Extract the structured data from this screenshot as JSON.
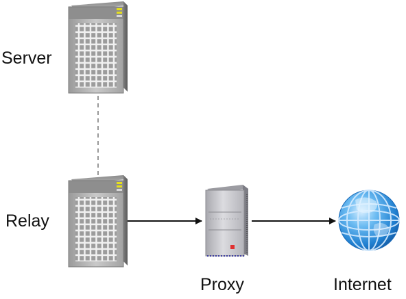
{
  "nodes": {
    "server": {
      "label": "Server"
    },
    "relay": {
      "label": "Relay"
    },
    "proxy": {
      "label": "Proxy"
    },
    "internet": {
      "label": "Internet"
    }
  },
  "connections": [
    {
      "from": "server",
      "to": "relay",
      "style": "dashed"
    },
    {
      "from": "relay",
      "to": "proxy",
      "style": "arrow"
    },
    {
      "from": "proxy",
      "to": "internet",
      "style": "arrow"
    }
  ],
  "colors": {
    "server_body": "#b5b5b5",
    "server_dark": "#8a8a8a",
    "led": "#e6e01a",
    "proxy_body": "#c8c8cc",
    "proxy_led": "#e03030",
    "globe": "#3f9de0",
    "line": "#111111",
    "dashed_line": "#777777"
  }
}
